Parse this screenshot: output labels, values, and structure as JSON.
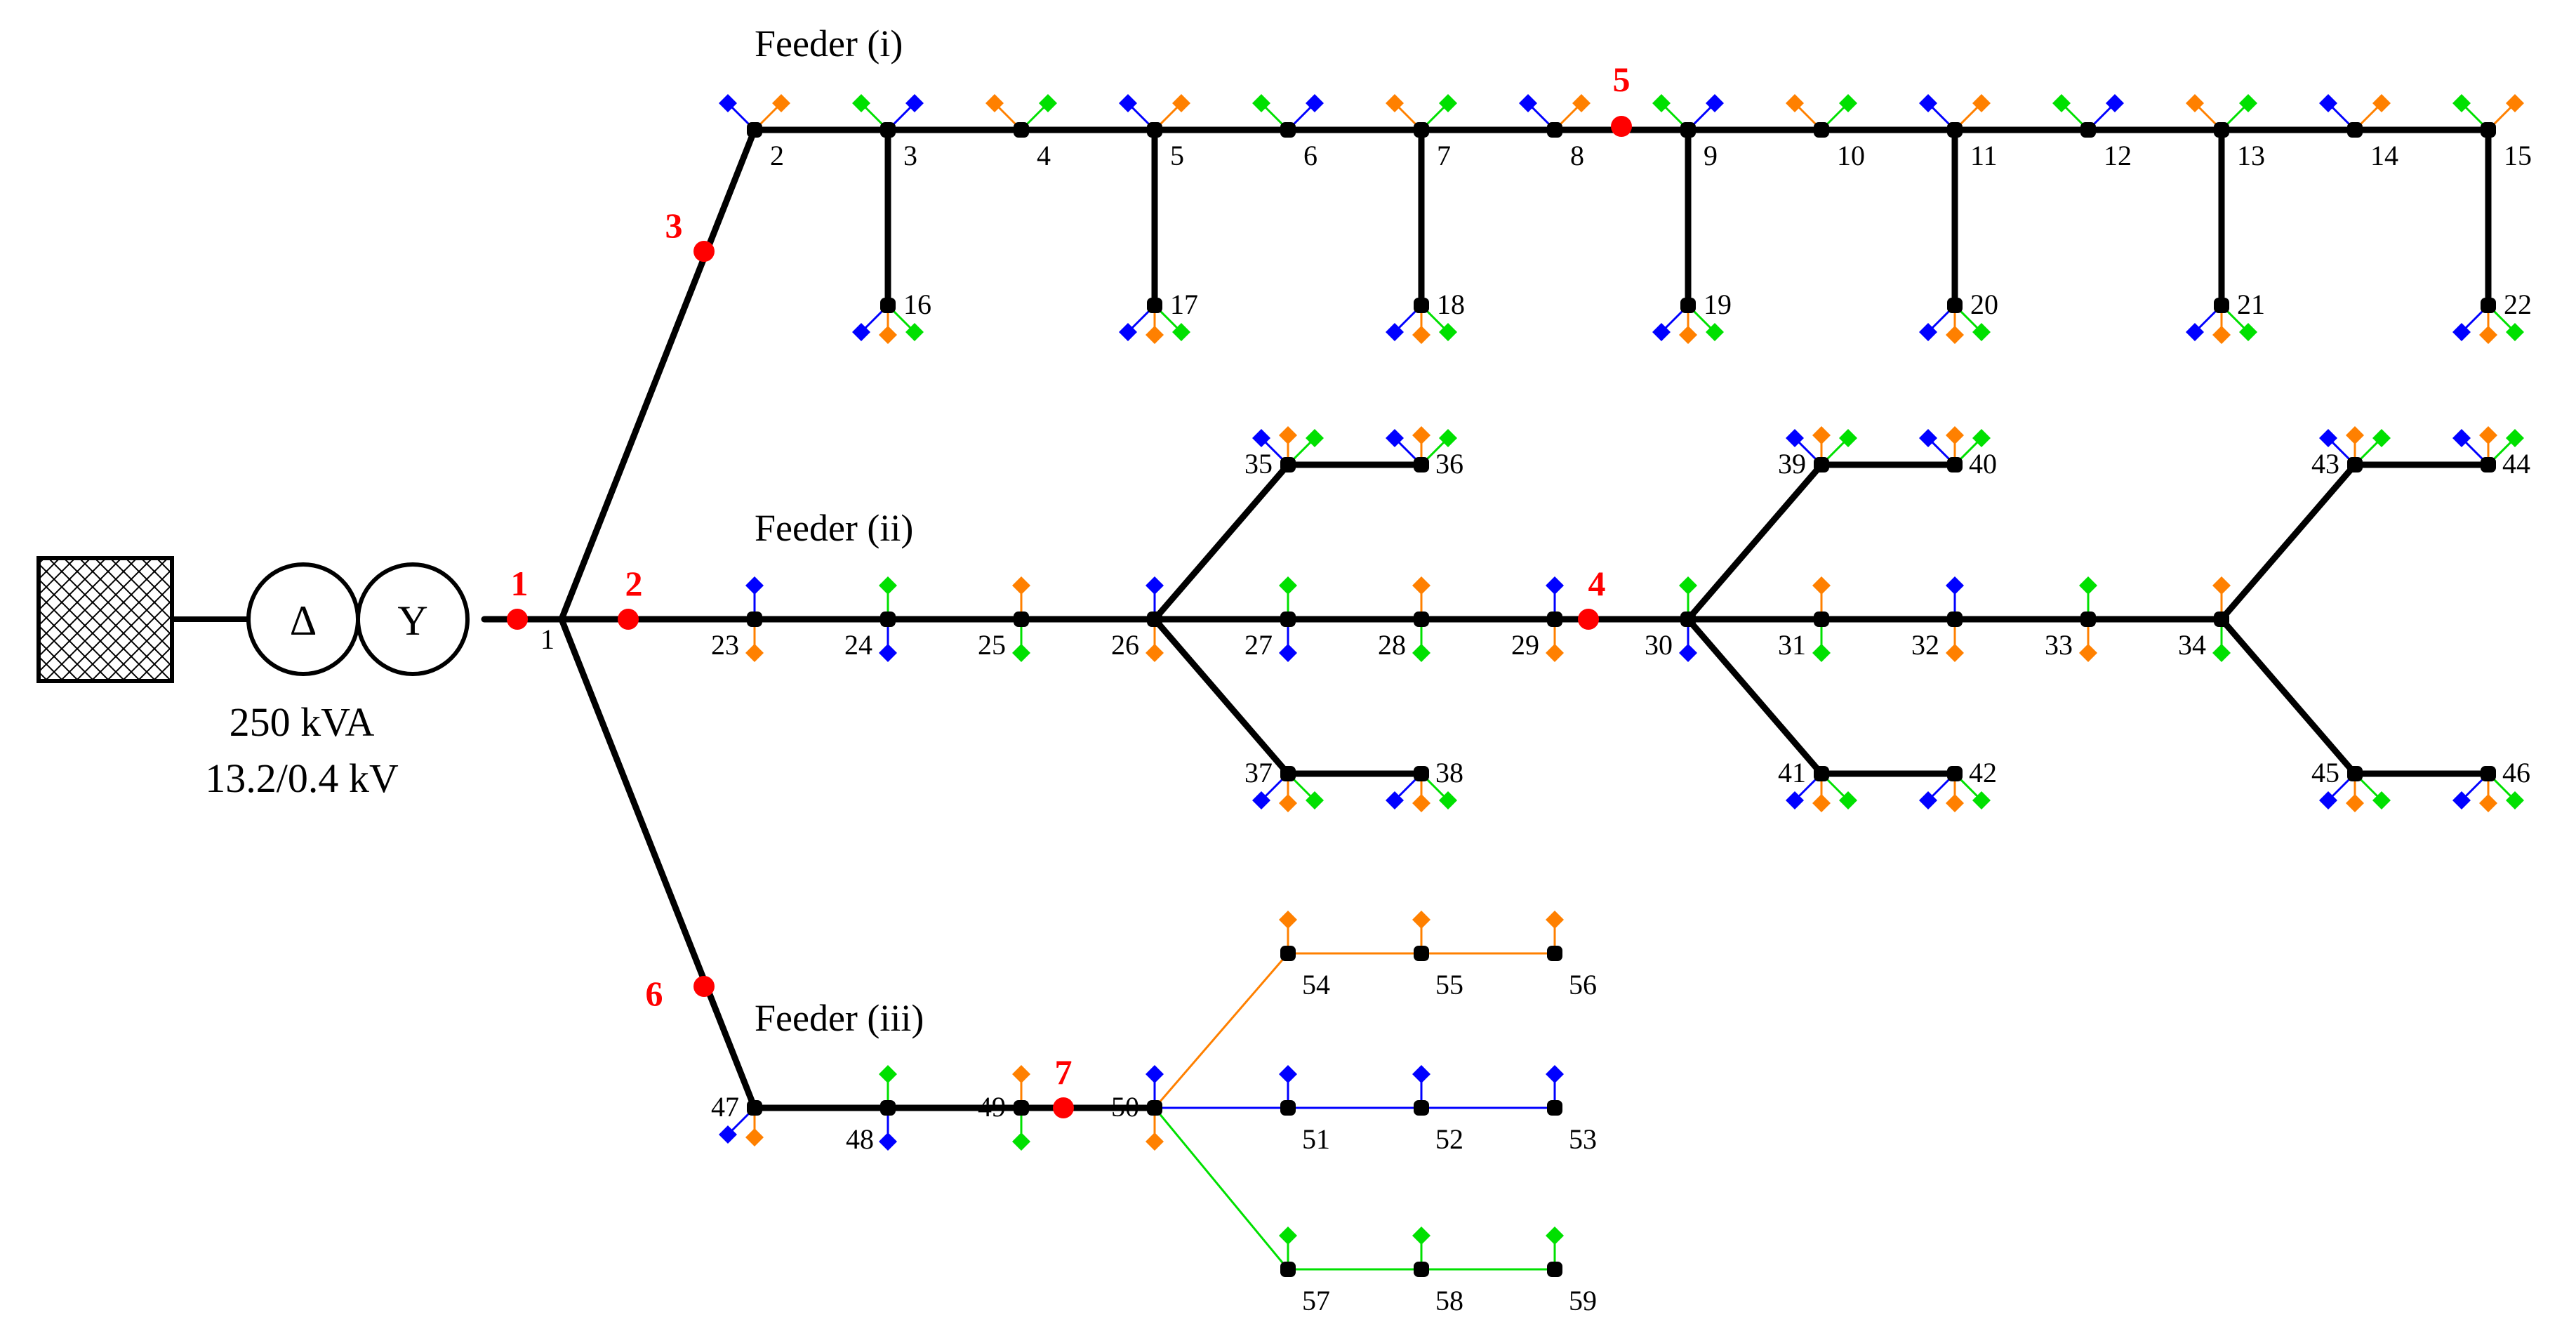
{
  "feeders": [
    {
      "id": "i",
      "label": "Feeder (i)"
    },
    {
      "id": "ii",
      "label": "Feeder (ii)"
    },
    {
      "id": "iii",
      "label": "Feeder (iii)"
    }
  ],
  "transformer": {
    "primary_symbol": "Δ",
    "secondary_symbol": "Y",
    "rating": "250 kVA",
    "voltage": "13.2/0.4 kV"
  },
  "colors": {
    "line": "#000000",
    "phase_a": "#0000ff",
    "phase_b": "#ff8000",
    "phase_c": "#00e000",
    "marker": "#ff0000"
  },
  "bus_labels": [
    "1",
    "2",
    "3",
    "4",
    "5",
    "6",
    "7",
    "8",
    "9",
    "10",
    "11",
    "12",
    "13",
    "14",
    "15",
    "16",
    "17",
    "18",
    "19",
    "20",
    "21",
    "22",
    "23",
    "24",
    "25",
    "26",
    "27",
    "28",
    "29",
    "30",
    "31",
    "32",
    "33",
    "34",
    "35",
    "36",
    "37",
    "38",
    "39",
    "40",
    "41",
    "42",
    "43",
    "44",
    "45",
    "46",
    "47",
    "48",
    "49",
    "50",
    "51",
    "52",
    "53",
    "54",
    "55",
    "56",
    "57",
    "58",
    "59"
  ],
  "marker_labels": [
    "1",
    "2",
    "3",
    "4",
    "5",
    "6",
    "7"
  ]
}
